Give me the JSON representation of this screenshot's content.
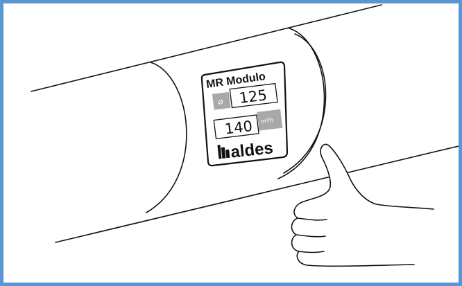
{
  "colors": {
    "frame_border": "#5b95d2",
    "line": "#111111",
    "label_grey": "#a8a8a8",
    "background": "#ffffff"
  },
  "label": {
    "title": "MR Modulo",
    "diameter_symbol": "⌀",
    "diameter_value": "125",
    "flow_value": "140",
    "flow_unit": "m³/h",
    "brand": "aldes"
  },
  "icons": {
    "brand_logo": "aldes-logo-icon",
    "thumb": "thumbs-up-icon"
  }
}
